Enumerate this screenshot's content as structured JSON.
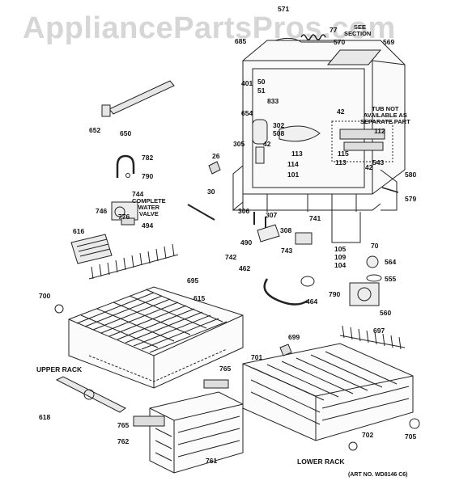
{
  "watermark": "AppliancePartsPros.com",
  "section_labels": {
    "upper_rack": "UPPER RACK",
    "lower_rack": "LOWER RACK"
  },
  "art_number": "(ART NO. WD8146 C6)",
  "notes": {
    "complete_water_valve": [
      "744",
      "COMPLETE",
      "WATER",
      "VALVE"
    ],
    "tub_note": [
      "TUB NOT",
      "AVAILABLE AS",
      "SEPARATE PART"
    ],
    "see_section": [
      "SEE",
      "SECTION"
    ]
  },
  "part_labels": {
    "p571": "571",
    "p77": "77",
    "p570": "570",
    "p569": "569",
    "p685": "685",
    "p401": "401",
    "p50": "50",
    "p51": "51",
    "p833": "833",
    "p654": "654",
    "p42a": "42",
    "p302": "302",
    "p508": "508",
    "p305": "305",
    "p42b": "42",
    "p113a": "113",
    "p114": "114",
    "p101": "101",
    "p112": "112",
    "p543": "543",
    "p115": "115",
    "p113b": "113",
    "p42c": "42",
    "p652": "652",
    "p650": "650",
    "p782": "782",
    "p790a": "790",
    "p26": "26",
    "p746": "746",
    "p776": "776",
    "p494": "494",
    "p30": "30",
    "p580": "580",
    "p579": "579",
    "p306": "306",
    "p307": "307",
    "p741": "741",
    "p308": "308",
    "p490": "490",
    "p105": "105",
    "p70": "70",
    "p616": "616",
    "p743": "743",
    "p109": "109",
    "p742": "742",
    "p104": "104",
    "p564": "564",
    "p462": "462",
    "p555": "555",
    "p695": "695",
    "p700": "700",
    "p615": "615",
    "p464": "464",
    "p790b": "790",
    "p560": "560",
    "p699": "699",
    "p697": "697",
    "p701": "701",
    "p765a": "765",
    "p618": "618",
    "p765b": "765",
    "p762": "762",
    "p761": "761",
    "p702": "702",
    "p705": "705"
  }
}
